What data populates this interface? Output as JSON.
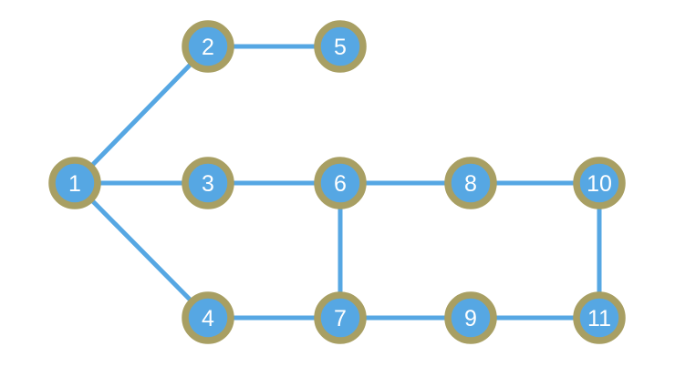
{
  "graph": {
    "nodes": [
      {
        "id": "1",
        "label": "1"
      },
      {
        "id": "2",
        "label": "2"
      },
      {
        "id": "3",
        "label": "3"
      },
      {
        "id": "4",
        "label": "4"
      },
      {
        "id": "5",
        "label": "5"
      },
      {
        "id": "6",
        "label": "6"
      },
      {
        "id": "7",
        "label": "7"
      },
      {
        "id": "8",
        "label": "8"
      },
      {
        "id": "9",
        "label": "9"
      },
      {
        "id": "10",
        "label": "10"
      },
      {
        "id": "11",
        "label": "11"
      }
    ],
    "edges": [
      {
        "from": "1",
        "to": "2"
      },
      {
        "from": "1",
        "to": "3"
      },
      {
        "from": "1",
        "to": "4"
      },
      {
        "from": "2",
        "to": "5"
      },
      {
        "from": "3",
        "to": "6"
      },
      {
        "from": "4",
        "to": "7"
      },
      {
        "from": "6",
        "to": "7"
      },
      {
        "from": "6",
        "to": "8"
      },
      {
        "from": "7",
        "to": "9"
      },
      {
        "from": "8",
        "to": "10"
      },
      {
        "from": "9",
        "to": "11"
      },
      {
        "from": "10",
        "to": "11"
      }
    ],
    "colors": {
      "node_fill": "#56a7e3",
      "node_ring": "#a89f63",
      "edge": "#56a7e3",
      "label": "#ffffff"
    }
  }
}
